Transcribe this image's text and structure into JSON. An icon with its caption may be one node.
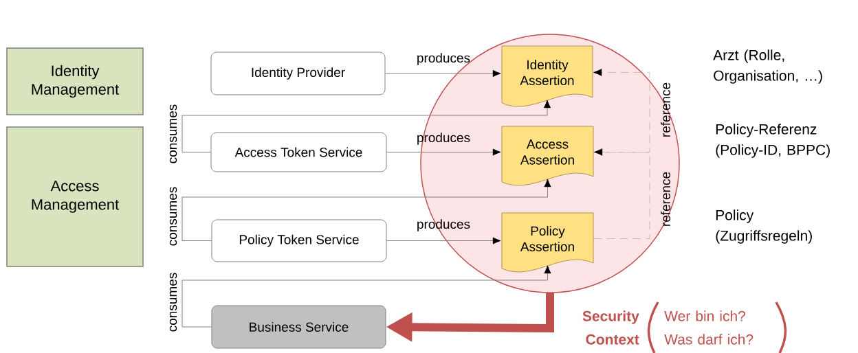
{
  "diagram": {
    "nodes": [
      {
        "text": [
          "Identity Management"
        ]
      },
      {
        "text": [
          "Access Management"
        ]
      },
      {
        "text": [
          "Identity Provider"
        ]
      },
      {
        "text": [],
        "shape": "circle",
        "beside": [
          "Security Context",
          "Wer bin ich? Was darf ich?"
        ]
      },
      {
        "text": [
          "Identity Assertion"
        ],
        "in": 3
      },
      {
        "text": [
          "Access Token Service"
        ]
      },
      {
        "text": [
          "Access Assertion"
        ],
        "in": 3
      },
      {
        "text": [
          "Policy Token Service"
        ]
      },
      {
        "text": [
          "Policy Assertion"
        ],
        "in": 3
      },
      {
        "text": [
          "Business Service"
        ]
      }
    ],
    "edges": [
      {
        "from": 2,
        "to": 4,
        "arrow": "to",
        "label": "produces"
      },
      {
        "from": 5,
        "to": 6,
        "arrow": "to",
        "label": "produces"
      },
      {
        "from": 7,
        "to": 8,
        "arrow": "to",
        "label": "produces"
      },
      {
        "from": 5,
        "to": 4,
        "arrow": "to",
        "label": "consumes"
      },
      {
        "from": 7,
        "to": 6,
        "arrow": "to",
        "label": "consumes"
      },
      {
        "from": 9,
        "to": 8,
        "arrow": "to",
        "label": "consumes"
      },
      {
        "from": 6,
        "to": 4,
        "arrow": "to",
        "label": "reference",
        "style": "dashed"
      },
      {
        "from": 8,
        "to": 6,
        "arrow": "to",
        "label": "reference",
        "style": "dashed"
      },
      {
        "from": 3,
        "to": 9,
        "arrow": "to",
        "style": "thick",
        "color": "#c0504d"
      }
    ],
    "labels": [
      "Arzt (Rolle, Organisation, …)",
      "Policy-Referenz (Policy-ID, BPPC)",
      "Policy (Zugriffsregeln)"
    ]
  }
}
